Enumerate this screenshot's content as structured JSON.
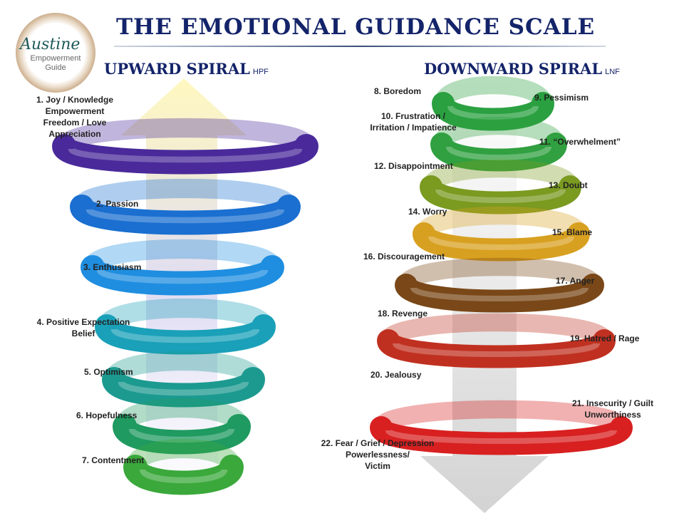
{
  "logo": {
    "script": "Austine",
    "line1": "Empowerment",
    "line2": "Guide"
  },
  "title": "THE EMOTIONAL GUIDANCE SCALE",
  "upward": {
    "heading": "UPWARD SPIRAL",
    "tag": "HPF",
    "items": [
      [
        "1. Joy / Knowledge",
        "Empowerment",
        "Freedom / Love",
        "Appreciation"
      ],
      [
        "2. Passion"
      ],
      [
        "3. Enthusiasm"
      ],
      [
        "4. Positive Expectation",
        "Belief"
      ],
      [
        "5. Optimism"
      ],
      [
        "6. Hopefulness"
      ],
      [
        "7. Contentment"
      ]
    ]
  },
  "downward": {
    "heading": "DOWNWARD SPIRAL",
    "tag": "LNF",
    "items": [
      [
        "8. Boredom"
      ],
      [
        "9. Pessimism"
      ],
      [
        "10. Frustration /",
        "Irritation / Impatience"
      ],
      [
        "11. “Overwhelment”"
      ],
      [
        "12. Disappointment"
      ],
      [
        "13. Doubt"
      ],
      [
        "14. Worry"
      ],
      [
        "15. Blame"
      ],
      [
        "16. Discouragement"
      ],
      [
        "17. Anger"
      ],
      [
        "18. Revenge"
      ],
      [
        "19. Hatred / Rage"
      ],
      [
        "20. Jealousy"
      ],
      [
        "21. Insecurity / Guilt",
        "Unworthiness"
      ],
      [
        "22. Fear / Grief / Depression",
        "Powerlessness/",
        "Victim"
      ]
    ]
  },
  "colors": {
    "up": [
      "#4a2a9a",
      "#1a6fd0",
      "#1f8ee0",
      "#1aa0b8",
      "#1c9a90",
      "#1f9a60",
      "#3aa83a"
    ],
    "down": [
      "#2aa040",
      "#30a040",
      "#7a9a20",
      "#d8a020",
      "#7a4818",
      "#c03020",
      "#d82020"
    ]
  }
}
